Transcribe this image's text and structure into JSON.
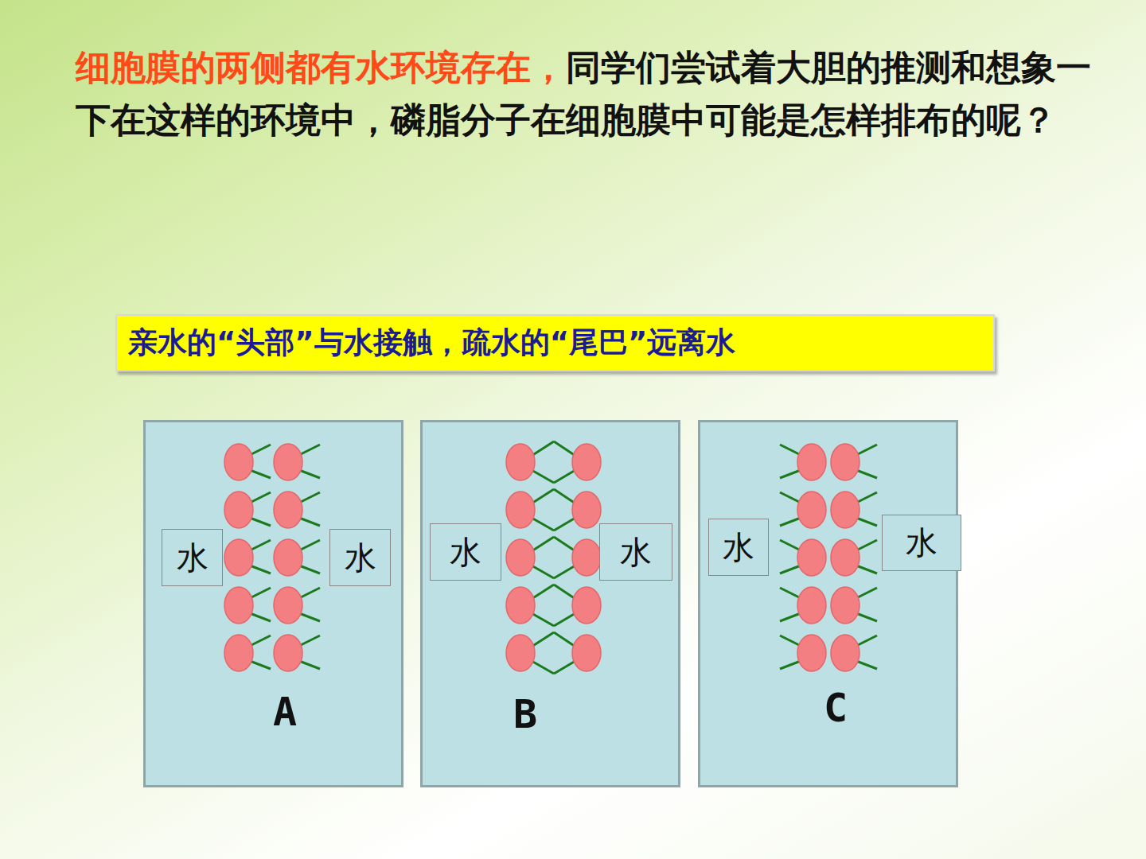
{
  "diagram": {
    "nodes": [
      {
        "text": [
          "亲水的“头部”与水接触，疏水的“尾巴”远离水"
        ]
      },
      {
        "text": [
          "A"
        ]
      },
      {
        "text": [
          "水"
        ],
        "in": 1
      },
      {
        "text": [
          "水"
        ],
        "in": 1
      },
      {
        "text": [
          "B"
        ]
      },
      {
        "text": [
          "水"
        ],
        "in": 4
      },
      {
        "text": [
          "水"
        ],
        "in": 4
      },
      {
        "text": [
          "C"
        ]
      },
      {
        "text": [
          "水"
        ],
        "in": 7
      },
      {
        "text": [
          "水"
        ],
        "in": 7
      }
    ],
    "labels": [
      "细胞膜的两侧都有水环境存在，",
      "同学们尝试着大胆的推测和想象一下在这样的环境中，磷脂分子在细胞膜中可能是怎样排布的呢？"
    ]
  }
}
